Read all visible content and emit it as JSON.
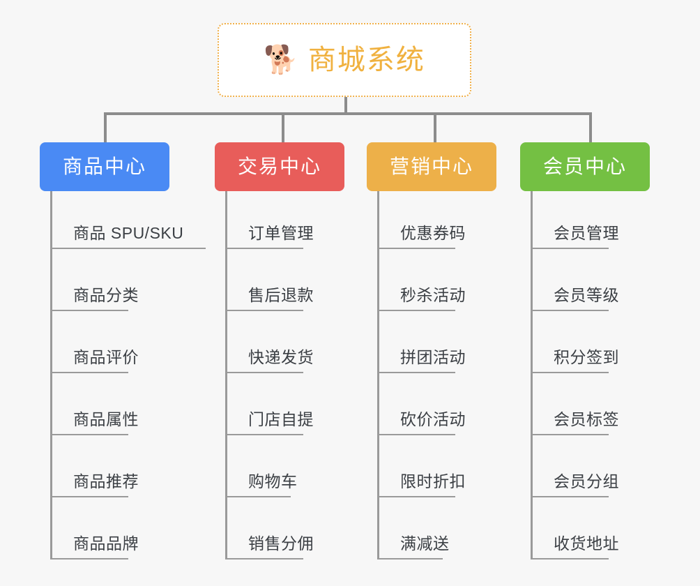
{
  "root": {
    "icon": "dog-face-icon",
    "icon_glyph": "🐕",
    "title": "商城系统",
    "border_color": "#f0b04a",
    "text_color": "#f0b13f",
    "background": "#ffffff"
  },
  "canvas": {
    "background": "#f7f7f7",
    "connector_color": "#8c8c8c",
    "leaf_line_color": "#9a9a9a",
    "leaf_text_color": "#3b3f44"
  },
  "branches": [
    {
      "id": "product-center",
      "label": "商品中心",
      "color": "#4a8af4",
      "items": [
        "商品 SPU/SKU",
        "商品分类",
        "商品评价",
        "商品属性",
        "商品推荐",
        "商品品牌"
      ]
    },
    {
      "id": "trade-center",
      "label": "交易中心",
      "color": "#e85d5a",
      "items": [
        "订单管理",
        "售后退款",
        "快递发货",
        "门店自提",
        "购物车",
        "销售分佣"
      ]
    },
    {
      "id": "marketing-center",
      "label": "营销中心",
      "color": "#edb049",
      "items": [
        "优惠券码",
        "秒杀活动",
        "拼团活动",
        "砍价活动",
        "限时折扣",
        "满减送"
      ]
    },
    {
      "id": "member-center",
      "label": "会员中心",
      "color": "#74c043",
      "items": [
        "会员管理",
        "会员等级",
        "积分签到",
        "会员标签",
        "会员分组",
        "收货地址"
      ]
    }
  ]
}
